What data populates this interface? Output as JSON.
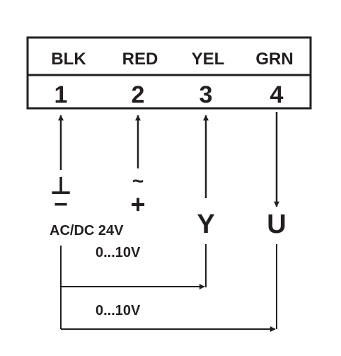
{
  "terminals": [
    {
      "color": "BLK",
      "number": "1"
    },
    {
      "color": "RED",
      "number": "2"
    },
    {
      "color": "YEL",
      "number": "3"
    },
    {
      "color": "GRN",
      "number": "4"
    }
  ],
  "signals": {
    "ground_symbol": "⊥",
    "supply_minus": "−",
    "tilde": "~",
    "supply_plus": "+",
    "supply_label": "AC/DC 24V",
    "y_label": "Y",
    "u_label": "U",
    "y_range": "0...10V",
    "u_range": "0...10V"
  },
  "colors": {
    "ink": "#231f20",
    "background": "#ffffff"
  }
}
